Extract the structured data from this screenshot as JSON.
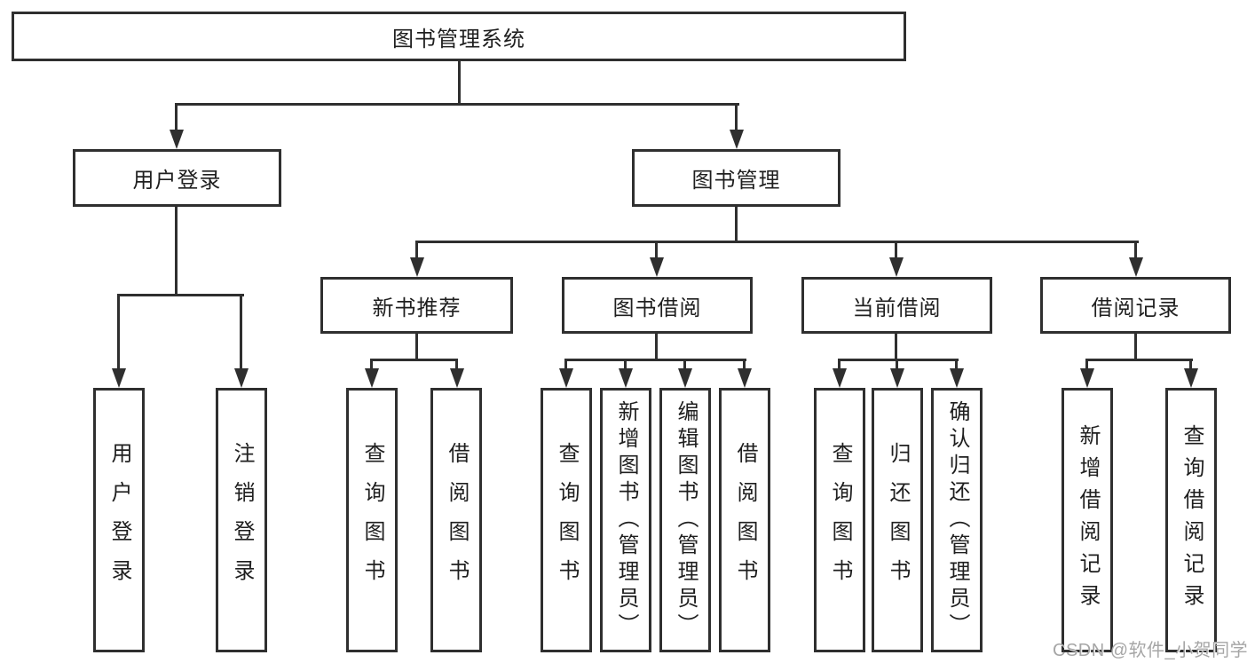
{
  "tree": {
    "root": "图书管理系统",
    "level2": [
      {
        "label": "用户登录",
        "leaves": [
          "用户登录",
          "注销登录"
        ]
      },
      {
        "label": "图书管理",
        "branches": [
          {
            "label": "新书推荐",
            "leaves": [
              "查询图书",
              "借阅图书"
            ]
          },
          {
            "label": "图书借阅",
            "leaves": [
              "查询图书",
              "新增图书（管理员）",
              "编辑图书（管理员）",
              "借阅图书"
            ]
          },
          {
            "label": "当前借阅",
            "leaves": [
              "查询图书",
              "归还图书",
              "确认归还（管理员）"
            ]
          },
          {
            "label": "借阅记录",
            "leaves": [
              "新增借阅记录",
              "查询借阅记录"
            ]
          }
        ]
      }
    ]
  },
  "watermark": "CSDN @软件_小贺同学",
  "colors": {
    "line": "#2f2f2f",
    "text": "#1f1f1f",
    "watermark": "#a6a6a6",
    "background": "#ffffff"
  }
}
